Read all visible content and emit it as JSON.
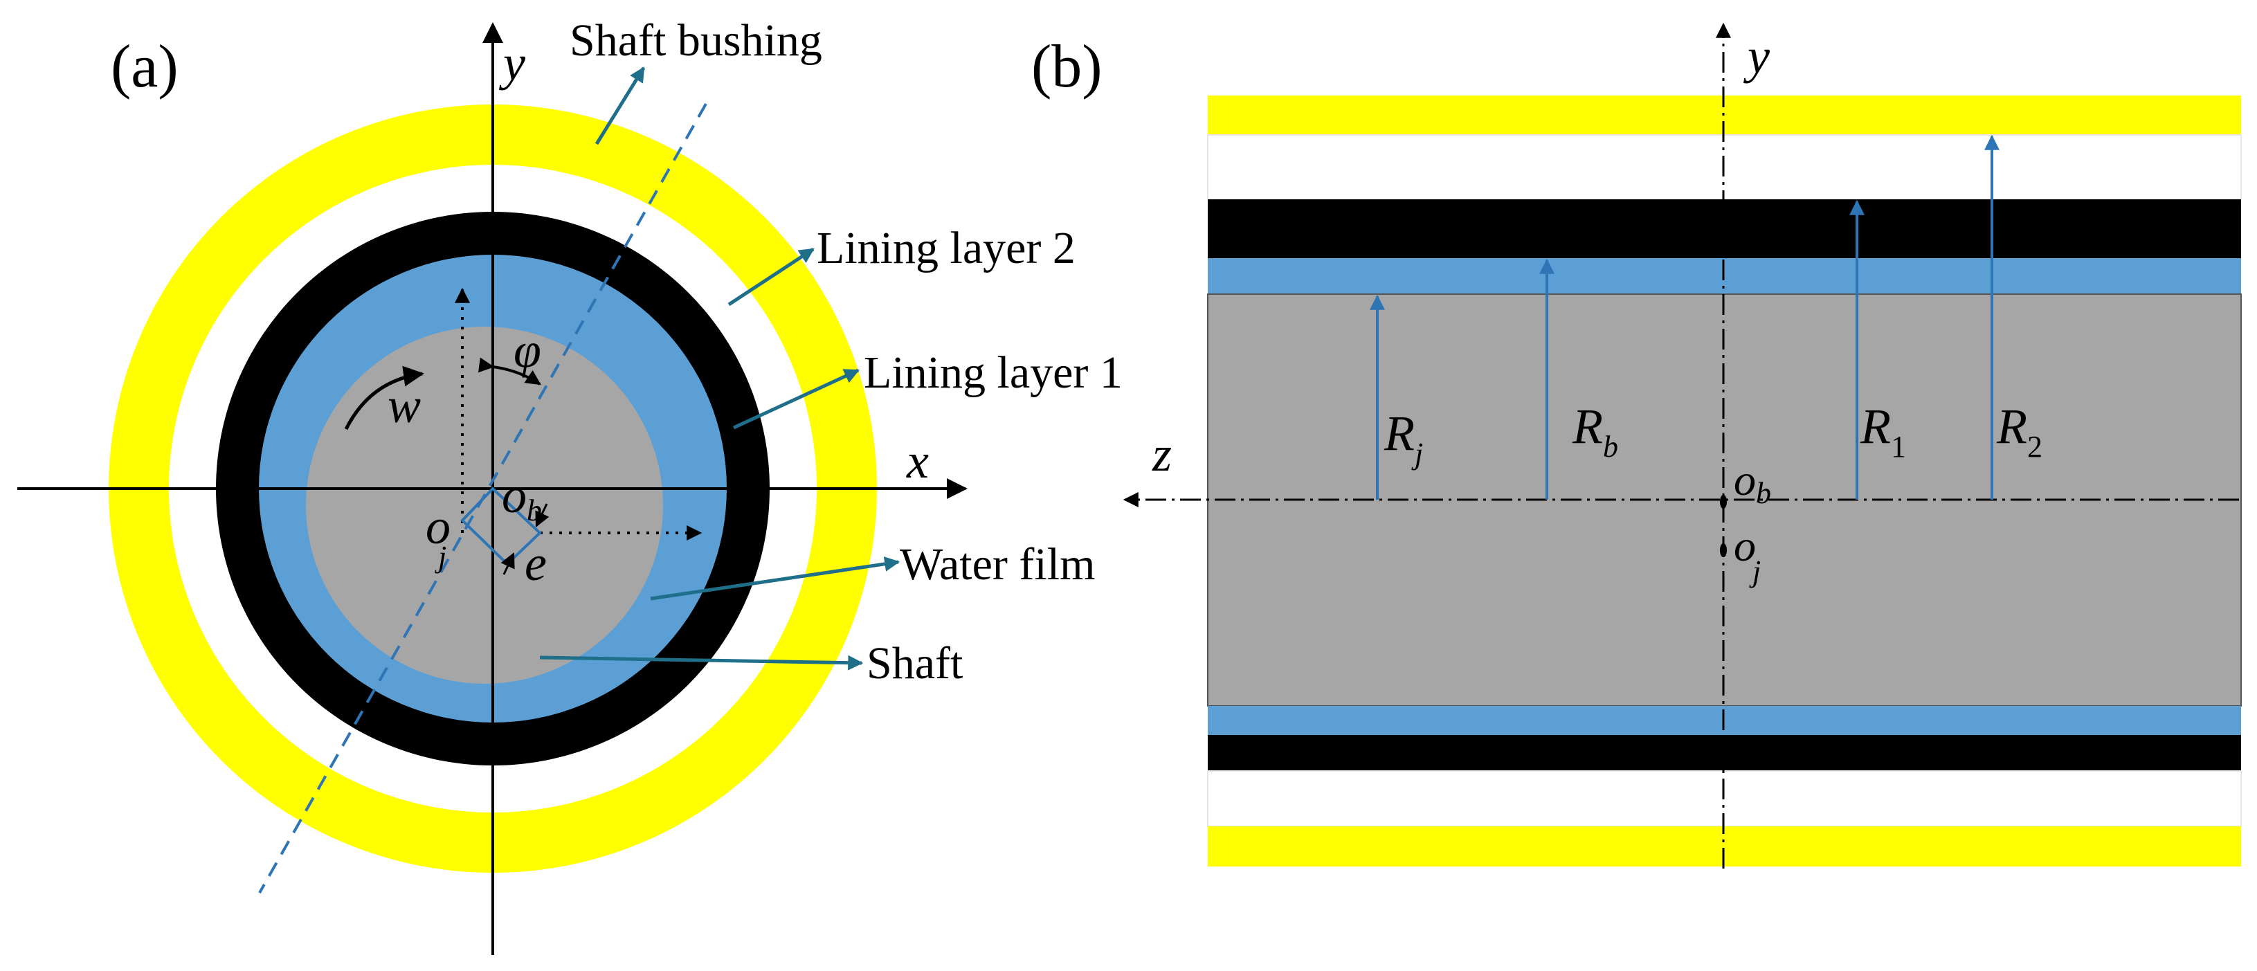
{
  "colors": {
    "shaft_bushing": "#ffff00",
    "lining_layer_2": "#000000",
    "lining_layer_1": "#5b9fd4",
    "water_film": "#5b9fd4",
    "shaft": "#a6a6a6",
    "callout_arrow": "#1f6f8b",
    "radius_arrow": "#2e75b6",
    "eccentric_line": "#2e75b6"
  },
  "panel_a": {
    "label": "(a)",
    "axis_y": "y",
    "axis_x": "x",
    "rotation_symbol": "w",
    "angle_symbol": "φ",
    "eccentricity_symbol": "e",
    "bearing_center": {
      "base": "o",
      "sub": "b"
    },
    "journal_center": {
      "base": "o",
      "sub": "j"
    },
    "callouts": {
      "shaft_bushing": "Shaft bushing",
      "lining_layer_2": "Lining layer 2",
      "lining_layer_1": "Lining layer 1",
      "water_film": "Water film",
      "shaft": "Shaft"
    }
  },
  "panel_b": {
    "label": "(b)",
    "axis_y": "y",
    "axis_z": "z",
    "bearing_center": {
      "base": "o",
      "sub": "b"
    },
    "journal_center": {
      "base": "o",
      "sub": "j"
    },
    "radii": [
      {
        "base": "R",
        "sub": "j"
      },
      {
        "base": "R",
        "sub": "b"
      },
      {
        "base": "R",
        "sub": "1"
      },
      {
        "base": "R",
        "sub": "2"
      }
    ]
  }
}
